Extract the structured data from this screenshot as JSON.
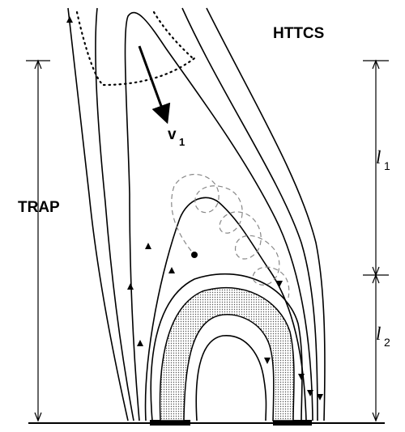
{
  "labels": {
    "httcs": "HTTCS",
    "trap": "TRAP",
    "v1_main": "v",
    "v1_sub": "1",
    "l1_main": "l",
    "l1_sub": "1",
    "l2_main": "l",
    "l2_sub": "2"
  },
  "colors": {
    "ink": "#000000",
    "shade": "#d8d8d8",
    "dash": "#888888"
  }
}
